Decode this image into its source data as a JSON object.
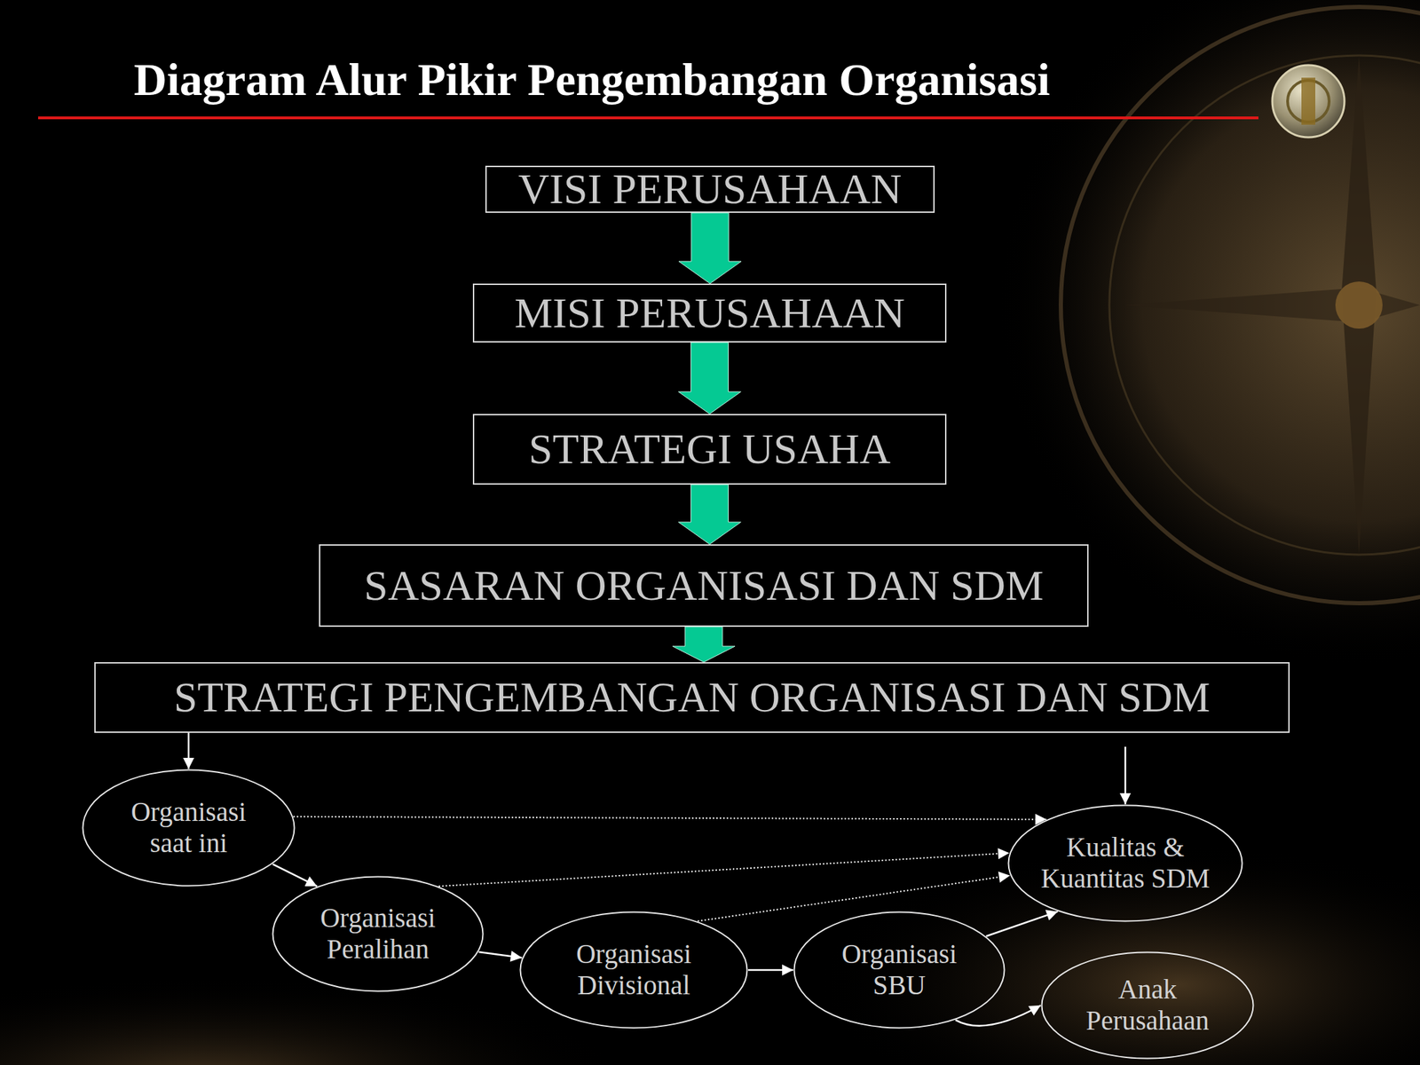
{
  "diagram": {
    "title": "Diagram Alur Pikir Pengembangan Organisasi",
    "nodes": [
      {
        "text": [
          "VISI PERUSAHAAN"
        ]
      },
      {
        "text": [
          "MISI PERUSAHAAN"
        ]
      },
      {
        "text": [
          "STRATEGI USAHA"
        ]
      },
      {
        "text": [
          "SASARAN ORGANISASI DAN SDM"
        ]
      },
      {
        "text": [
          "STRATEGI PENGEMBANGAN ORGANISASI DAN SDM"
        ]
      },
      {
        "text": [
          "Organisasi saat ini"
        ]
      },
      {
        "text": [
          "Organisasi Peralihan"
        ]
      },
      {
        "text": [
          "Organisasi Divisional"
        ]
      },
      {
        "text": [
          "Organisasi SBU"
        ]
      },
      {
        "text": [
          "Kualitas & Kuantitas SDM"
        ]
      },
      {
        "text": [
          "Anak Perusahaan"
        ]
      }
    ],
    "edges": [
      {
        "from": 0,
        "to": 1,
        "arrow": "to"
      },
      {
        "from": 1,
        "to": 2,
        "arrow": "to"
      },
      {
        "from": 2,
        "to": 3,
        "arrow": "to"
      },
      {
        "from": 3,
        "to": 4,
        "arrow": "to"
      },
      {
        "from": 4,
        "to": 5,
        "arrow": "to"
      },
      {
        "from": 4,
        "to": 9,
        "arrow": "to"
      },
      {
        "from": 5,
        "to": 6,
        "arrow": "to"
      },
      {
        "from": 6,
        "to": 7,
        "arrow": "to"
      },
      {
        "from": 7,
        "to": 8,
        "arrow": "to"
      },
      {
        "from": 8,
        "to": 9,
        "arrow": "to"
      },
      {
        "from": 8,
        "to": 10,
        "arrow": "to"
      },
      {
        "from": 5,
        "to": 9,
        "arrow": "to"
      },
      {
        "from": 6,
        "to": 9,
        "arrow": "to"
      },
      {
        "from": 7,
        "to": 9,
        "arrow": "to"
      }
    ]
  }
}
